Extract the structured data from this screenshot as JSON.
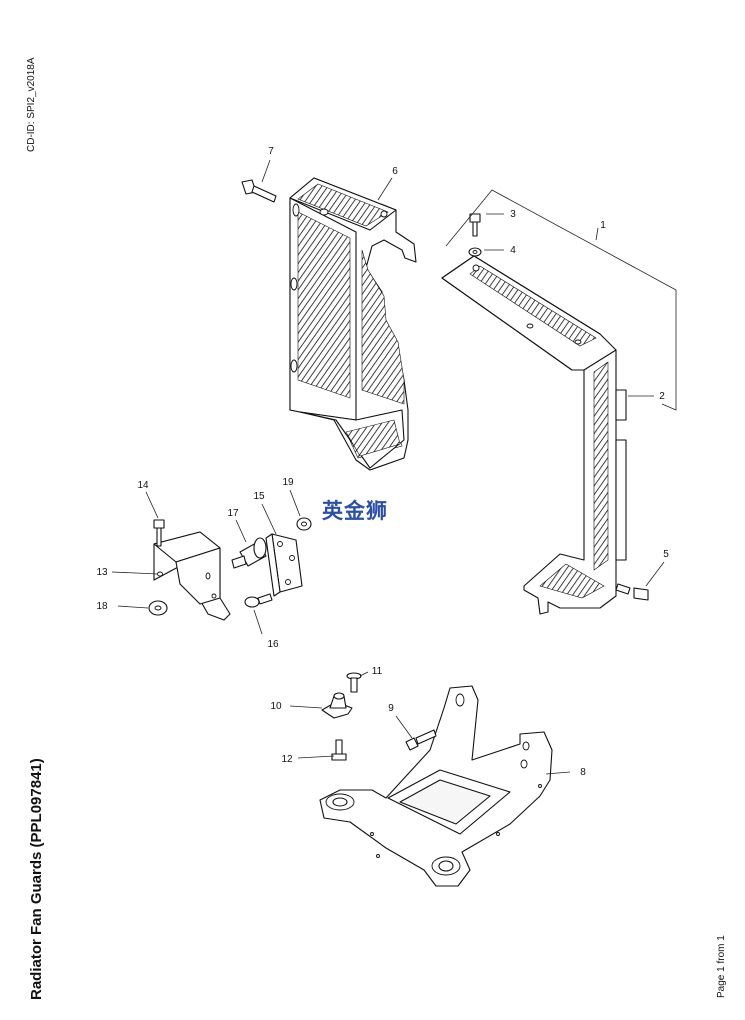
{
  "header": {
    "cd_id": "CD-ID: SPI2_v2018A"
  },
  "document": {
    "title": "Radiator Fan Guards (PPL097841)"
  },
  "footer": {
    "page": "Page 1 from 1"
  },
  "watermark": {
    "text": "英金狮",
    "color": "#2b4fa8"
  },
  "callouts": [
    {
      "id": "1",
      "text": "1"
    },
    {
      "id": "2",
      "text": "2"
    },
    {
      "id": "3",
      "text": "3"
    },
    {
      "id": "4",
      "text": "4"
    },
    {
      "id": "5",
      "text": "5"
    },
    {
      "id": "6",
      "text": "6"
    },
    {
      "id": "7",
      "text": "7"
    },
    {
      "id": "8",
      "text": "8"
    },
    {
      "id": "9",
      "text": "9"
    },
    {
      "id": "10",
      "text": "10"
    },
    {
      "id": "11",
      "text": "11"
    },
    {
      "id": "12",
      "text": "12"
    },
    {
      "id": "13",
      "text": "13"
    },
    {
      "id": "14",
      "text": "14"
    },
    {
      "id": "15",
      "text": "15"
    },
    {
      "id": "16",
      "text": "16"
    },
    {
      "id": "17",
      "text": "17"
    },
    {
      "id": "18",
      "text": "18"
    },
    {
      "id": "19",
      "text": "19"
    }
  ]
}
